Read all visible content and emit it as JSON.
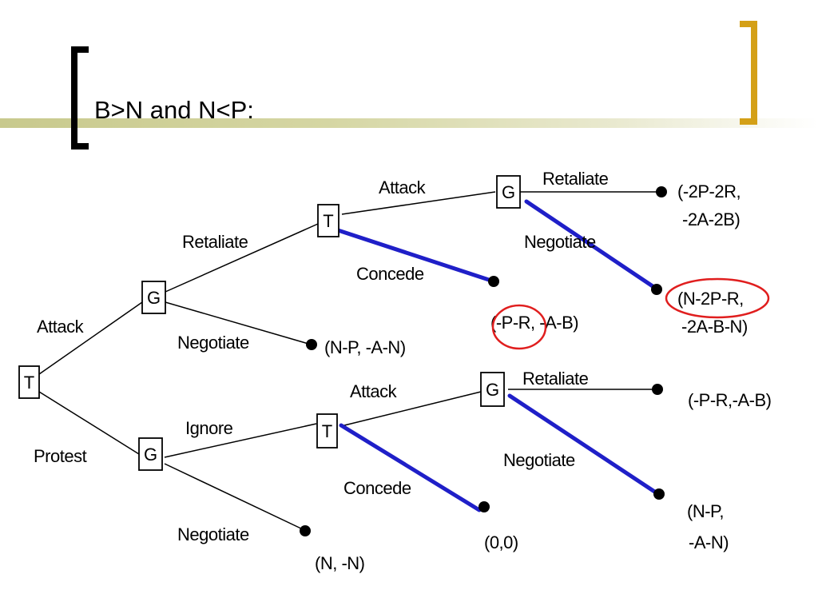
{
  "slide": {
    "title": "B>N and N<P:"
  },
  "colors": {
    "accent_bar": "#c8c98d",
    "bracket_left": "#000000",
    "bracket_right": "#d4a017",
    "equilibrium_path": "#1f1fc8",
    "highlight_circle": "#e01e1e"
  },
  "tree": {
    "nodes": {
      "root": "T",
      "g_upper": "G",
      "t_upper": "T",
      "g_upper_attack": "G",
      "g_lower": "G",
      "t_lower": "T",
      "g_lower_attack": "G"
    },
    "branches": {
      "root_attack": "Attack",
      "root_protest": "Protest",
      "g_upper_retaliate": "Retaliate",
      "g_upper_negotiate": "Negotiate",
      "t_upper_attack": "Attack",
      "t_upper_concede": "Concede",
      "g_upper_attack_retaliate": "Retaliate",
      "g_upper_attack_negotiate": "Negotiate",
      "g_lower_ignore": "Ignore",
      "g_lower_negotiate": "Negotiate",
      "t_lower_attack": "Attack",
      "t_lower_concede": "Concede",
      "g_lower_attack_retaliate": "Retaliate",
      "g_lower_attack_negotiate": "Negotiate"
    },
    "payoffs": {
      "upper_retaliate_retaliate": [
        "(-2P-2R,",
        "-2A-2B)"
      ],
      "upper_retaliate_negotiate": [
        "(N-2P-R,",
        "-2A-B-N)"
      ],
      "upper_concede": "(-P-R, -A-B)",
      "upper_negotiate": "(N-P, -A-N)",
      "lower_attack_retaliate": "(-P-R,-A-B)",
      "lower_attack_negotiate": [
        "(N-P,",
        "-A-N)"
      ],
      "lower_concede": "(0,0)",
      "lower_negotiate": "(N, -N)"
    }
  }
}
